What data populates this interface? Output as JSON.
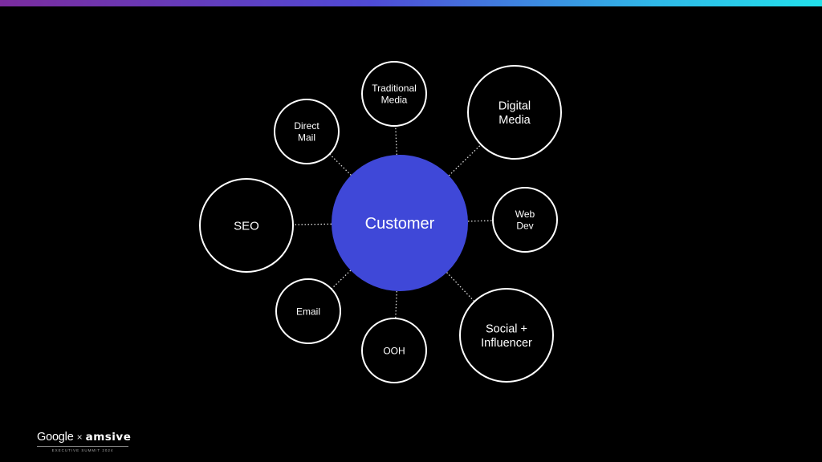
{
  "colors": {
    "background": "#000000",
    "center_fill": "#3f48d8",
    "node_stroke": "#ffffff",
    "connector": "#dddddd",
    "gradient": [
      "#7b2c9e",
      "#4f4ad6",
      "#2fb9e8",
      "#22e0ea"
    ]
  },
  "diagram": {
    "center": {
      "label": "Customer"
    },
    "nodes": [
      {
        "id": "traditional-media",
        "lines": [
          "Traditional",
          "Media"
        ]
      },
      {
        "id": "digital-media",
        "lines": [
          "Digital",
          "Media"
        ]
      },
      {
        "id": "direct-mail",
        "lines": [
          "Direct",
          "Mail"
        ]
      },
      {
        "id": "seo",
        "lines": [
          "SEO"
        ]
      },
      {
        "id": "web-dev",
        "lines": [
          "Web",
          "Dev"
        ]
      },
      {
        "id": "email",
        "lines": [
          "Email"
        ]
      },
      {
        "id": "ooh",
        "lines": [
          "OOH"
        ]
      },
      {
        "id": "social-influencer",
        "lines": [
          "Social +",
          "Influencer"
        ]
      }
    ]
  },
  "footer": {
    "logo_google": "Google",
    "logo_x": "×",
    "logo_amsive": "amsive",
    "logo_subtitle": "EXECUTIVE SUMMIT 2024"
  }
}
